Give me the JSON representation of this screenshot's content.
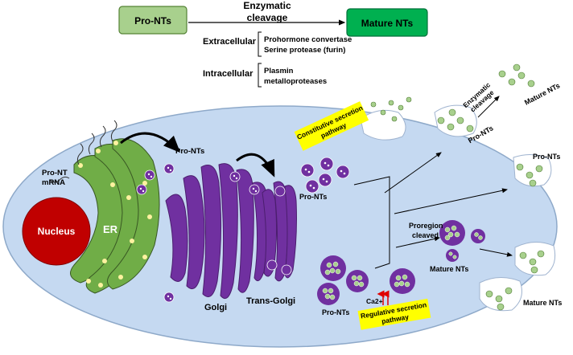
{
  "top": {
    "pro_nts": "Pro-NTs",
    "enzymatic": "Enzymatic",
    "cleavage": "cleavage",
    "mature_nts": "Mature NTs",
    "extracellular": "Extracellular",
    "prohormone": "Prohormone convertase",
    "serine": "Serine protease (furin)",
    "intracellular": "Intracellular",
    "plasmin": "Plasmin",
    "metallo": "metalloproteases"
  },
  "cell": {
    "nucleus": "Nucleus",
    "er": "ER",
    "pro_nt": "Pro-NT",
    "mrna": "mRNA",
    "pro_nts_golgi": "Pro-NTs",
    "golgi": "Golgi",
    "trans_golgi": "Trans-Golgi",
    "constitutive_1": "Constitutive secretion",
    "constitutive_2": "pathway",
    "pro_nts_const": "Pro-NTs",
    "pro_nts_reg": "Pro-NTs",
    "ca": "Ca2+",
    "regulative_1": "Regulative secretion",
    "regulative_2": "pathway",
    "proregion_1": "Proregion",
    "proregion_2": "cleaved",
    "mature_nts_inner": "Mature NTs"
  },
  "outside": {
    "enzymatic": "Enzymatic",
    "cleavage": "cleavage",
    "pro_nts_1": "Pro-NTs",
    "mature_nts_1": "Mature NTs",
    "pro_nts_2": "Pro-NTs",
    "mature_nts_2": "Mature NTs"
  },
  "colors": {
    "pro_box": "#a8d08d",
    "mature_box": "#00b050",
    "nucleus": "#c00000",
    "er": "#70ad47",
    "golgi": "#7030a0",
    "cell": "#c5d9f1",
    "highlight": "#ffff00"
  }
}
